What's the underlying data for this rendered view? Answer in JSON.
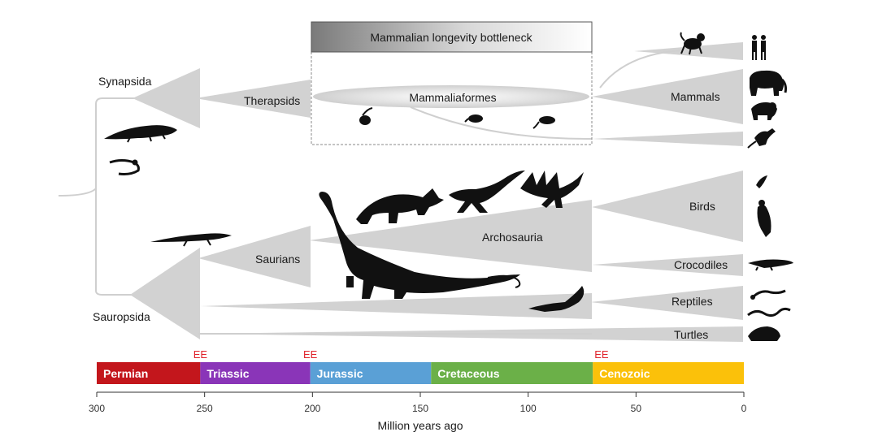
{
  "title": "Mammalian longevity bottleneck",
  "clades": {
    "synapsida": "Synapsida",
    "sauropsida": "Sauropsida",
    "therapsids": "Therapsids",
    "mammaliaformes": "Mammaliaformes",
    "saurians": "Saurians",
    "archosauria": "Archosauria"
  },
  "groups": {
    "mammals": "Mammals",
    "birds": "Birds",
    "crocodiles": "Crocodiles",
    "reptiles": "Reptiles",
    "turtles": "Turtles"
  },
  "timeline": {
    "periods": [
      {
        "name": "Permian",
        "start": 300,
        "end": 252,
        "color": "#c3161c"
      },
      {
        "name": "Triassic",
        "start": 252,
        "end": 201,
        "color": "#8a35b8"
      },
      {
        "name": "Jurassic",
        "start": 201,
        "end": 145,
        "color": "#5aa0d6"
      },
      {
        "name": "Cretaceous",
        "start": 145,
        "end": 70,
        "color": "#6bb048"
      },
      {
        "name": "Cenozoic",
        "start": 70,
        "end": 0,
        "color": "#fbc10a"
      }
    ],
    "ticks": [
      "300",
      "250",
      "200",
      "150",
      "100",
      "50",
      "0"
    ],
    "axis_label": "Million years ago",
    "extinction_events": [
      {
        "label": "EE",
        "time": 252
      },
      {
        "label": "EE",
        "time": 201
      },
      {
        "label": "EE",
        "time": 66
      }
    ]
  },
  "colors": {
    "branch": "#d2d2d2",
    "silhouette": "#111111"
  }
}
